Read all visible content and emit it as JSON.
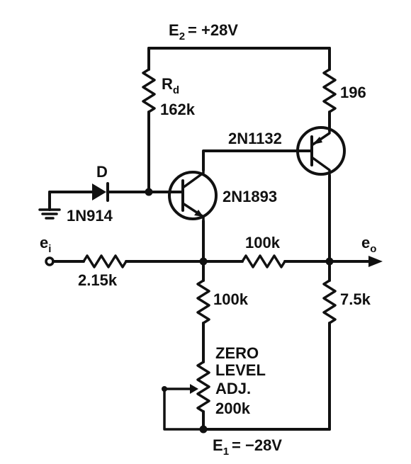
{
  "supplies": {
    "e2": {
      "symbol": "E",
      "sub": "2",
      "value": "= +28V"
    },
    "e1": {
      "symbol": "E",
      "sub": "1",
      "value": "= −28V"
    }
  },
  "resistors": {
    "rd": {
      "name": "R",
      "sub": "d",
      "value": "162k"
    },
    "r196": {
      "value": "196"
    },
    "rin": {
      "value": "2.15k"
    },
    "rfb": {
      "value": "100k"
    },
    "rbias": {
      "value": "100k"
    },
    "rload": {
      "value": "7.5k"
    }
  },
  "pot": {
    "line1": "ZERO",
    "line2": "LEVEL",
    "line3": "ADJ.",
    "line4": "200k"
  },
  "diode": {
    "name": "D",
    "part": "1N914"
  },
  "transistors": {
    "q1": {
      "part": "2N1893"
    },
    "q2": {
      "part": "2N1132"
    }
  },
  "ports": {
    "input": {
      "symbol": "e",
      "sub": "i"
    },
    "output": {
      "symbol": "e",
      "sub": "o"
    }
  }
}
